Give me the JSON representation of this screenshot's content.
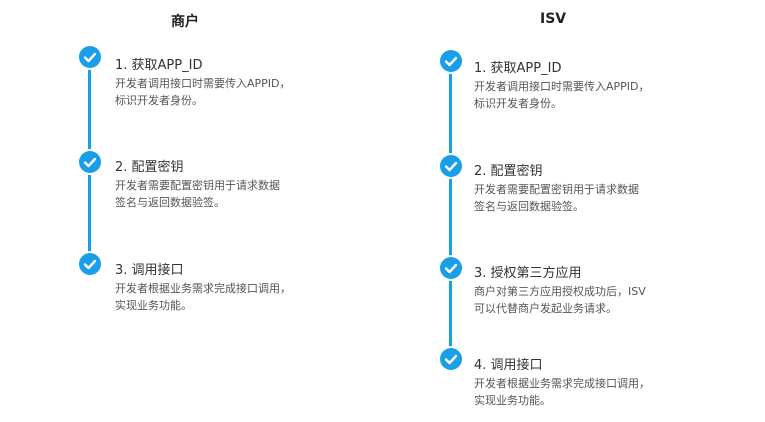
{
  "merchant": {
    "title": "商户",
    "steps": [
      {
        "title": "1. 获取APP_ID",
        "desc": "开发者调用接口时需要传入APPID，\n标识开发者身份。"
      },
      {
        "title": "2. 配置密钥",
        "desc": "开发者需要配置密钥用于请求数据\n签名与返回数据验签。"
      },
      {
        "title": "3. 调用接口",
        "desc": "开发者根据业务需求完成接口调用，\n实现业务功能。"
      }
    ]
  },
  "isv": {
    "title": "ISV",
    "steps": [
      {
        "title": "1. 获取APP_ID",
        "desc": "开发者调用接口时需要传入APPID，\n标识开发者身份。"
      },
      {
        "title": "2. 配置密钥",
        "desc": "开发者需要配置密钥用于请求数据\n签名与返回数据验签。"
      },
      {
        "title": "3. 授权第三方应用",
        "desc": "商户对第三方应用授权成功后，ISV\n可以代替商户发起业务请求。"
      },
      {
        "title": "4. 调用接口",
        "desc": "开发者根据业务需求完成接口调用，\n实现业务功能。"
      }
    ]
  },
  "colors": {
    "accent": "#1a9ee8"
  },
  "icons": {
    "step_marker": "check-circle-icon"
  }
}
